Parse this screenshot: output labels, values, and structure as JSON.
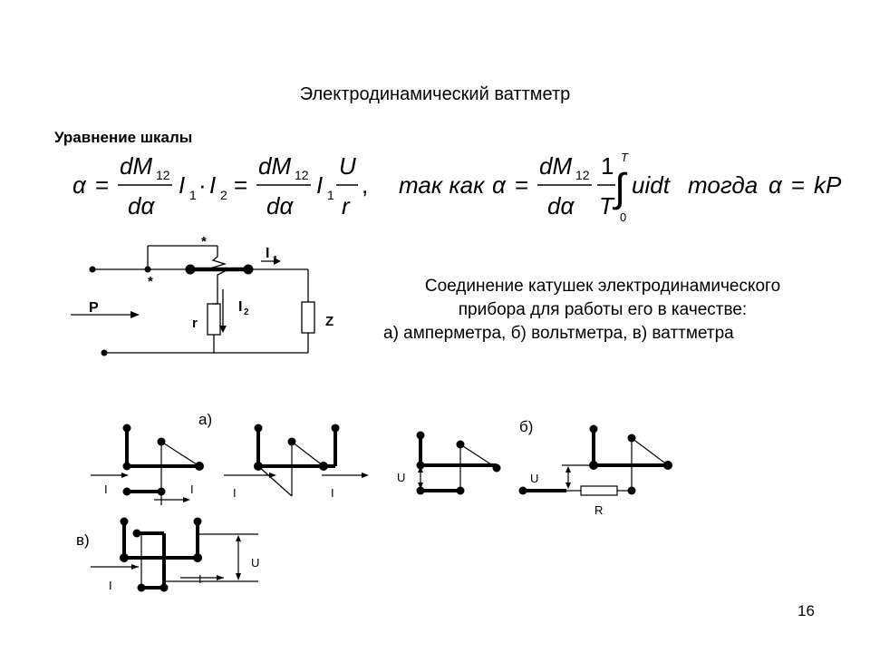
{
  "slide": {
    "title": "Электродинамический ваттметр",
    "subtitle": "Уравнение шкалы",
    "page_number": "16"
  },
  "formula": {
    "alpha": "α",
    "eq": "=",
    "dM12": "dM",
    "sub12": "12",
    "dalpha": "dα",
    "I": "I",
    "sub1": "1",
    "sub2": "2",
    "dot": "·",
    "U": "U",
    "r": "r",
    "comma": ",",
    "tak_kak": "так как",
    "one": "1",
    "T": "T",
    "zero": "0",
    "integral": "∫",
    "uidt": "uidt",
    "togda": "тогда",
    "kP": "kP"
  },
  "description": {
    "line1": "Соединение катушек электродинамического",
    "line2": "прибора для работы его в качестве:",
    "line3": "а) амперметра, б) вольтметра, в) ваттметра"
  },
  "circuit_main": {
    "star": "*",
    "I1": "I",
    "I1_sub": "1",
    "I2": "I",
    "I2_sub": "2",
    "P": "P",
    "r": "r",
    "Z": "Z"
  },
  "diagrams": {
    "label_a": "а)",
    "label_b": "б)",
    "label_v": "в)",
    "I": "I",
    "U": "U",
    "R": "R"
  }
}
